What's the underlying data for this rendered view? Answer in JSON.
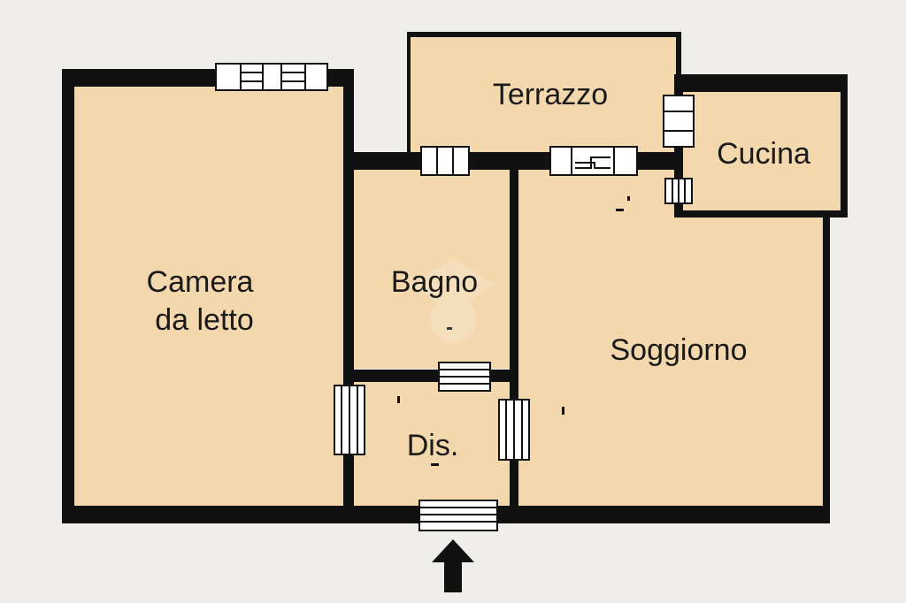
{
  "floorplan": {
    "colors": {
      "background": "#efeeea",
      "room_fill": "#f3d7ad",
      "wall": "#111111",
      "opening": "#ffffff"
    },
    "rooms": [
      {
        "id": "camera",
        "label_lines": [
          "Camera",
          "da letto"
        ]
      },
      {
        "id": "bagno",
        "label_lines": [
          "Bagno"
        ]
      },
      {
        "id": "dis",
        "label_lines": [
          "Dis."
        ]
      },
      {
        "id": "soggiorno",
        "label_lines": [
          "Soggiorno"
        ]
      },
      {
        "id": "terrazzo",
        "label_lines": [
          "Terrazzo"
        ]
      },
      {
        "id": "cucina",
        "label_lines": [
          "Cucina"
        ]
      }
    ],
    "entrance_icon": "arrow-up-icon",
    "watermark_icon": "watermark-logo-icon"
  }
}
